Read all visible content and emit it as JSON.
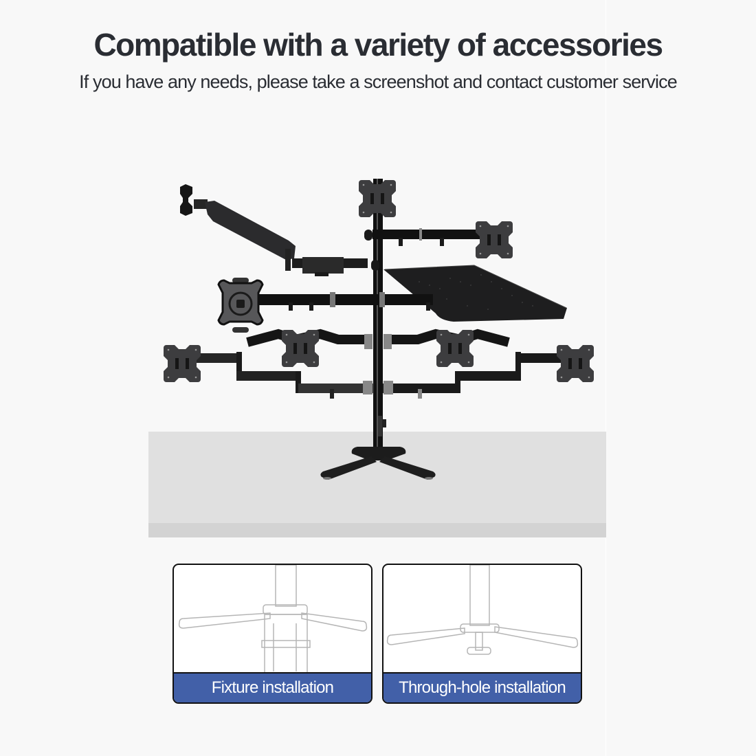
{
  "header": {
    "title": "Compatible with a variety of accessories",
    "subtitle": "If you have any needs, please take a screenshot and contact customer service"
  },
  "product_image": {
    "subject": "multi-monitor-stand-with-accessories",
    "accessories": [
      "gas-spring-monitor-arm",
      "top-pole-vesa-plate",
      "single-extension-arm",
      "laptop-tray",
      "quick-release-vesa-adapter",
      "dual-articulating-arms",
      "dual-long-extension-arms",
      "v-shaped-base"
    ]
  },
  "colors": {
    "background": "#f8f8f8",
    "desk": "#e0e0e0",
    "desk_edge": "#d3d3d3",
    "label_bg": "#4260a8",
    "text": "#2a2d33"
  },
  "installation_options": [
    {
      "label": "Fixture installation",
      "icon": "clamp-mount-diagram"
    },
    {
      "label": "Through-hole installation",
      "icon": "grommet-mount-diagram"
    }
  ]
}
